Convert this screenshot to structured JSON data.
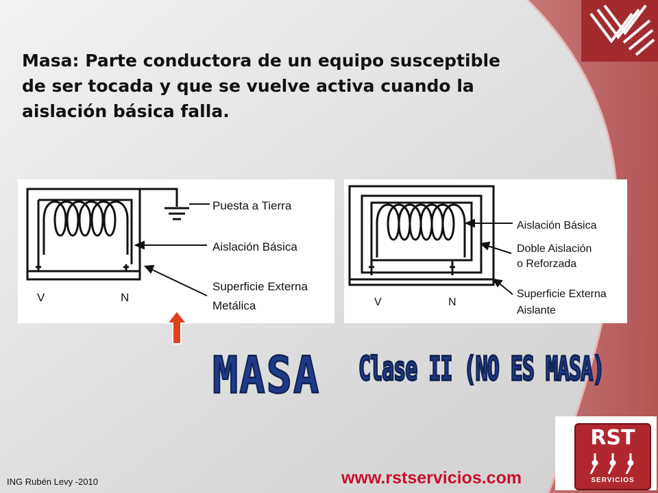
{
  "title": {
    "line1": "Masa: Parte conductora de un equipo susceptible",
    "line2": "de  ser tocada y que se vuelve activa cuando la",
    "line3": "aislación básica falla."
  },
  "diagram_left": {
    "labels": {
      "ground": "Puesta a Tierra",
      "insulation": "Aislación Básica",
      "surface_1": "Superficie Externa",
      "surface_2": "Metálica",
      "terminal_v": "V",
      "terminal_n": "N"
    }
  },
  "diagram_right": {
    "labels": {
      "insulation": "Aislación Básica",
      "double_1": "Doble Aislación",
      "double_2": "o Reforzada",
      "surface_1": "Superficie Externa",
      "surface_2": "Aislante",
      "terminal_v": "V",
      "terminal_n": "N"
    }
  },
  "labels": {
    "masa": "MASA",
    "clase": "Clase II  (NO ES MASA)"
  },
  "footer": {
    "author": "ING Rubén Levy -2010",
    "website": "www.rstservicios.com",
    "logo_text": "RST",
    "logo_sub": "SERVICIOS"
  },
  "colors": {
    "accent_red": "#c8102e",
    "logo_red": "#a32b2e",
    "label_blue": "#1f3a8a",
    "arrow_red": "#e2401c"
  },
  "icons": [
    "up-arrow-icon",
    "ground-symbol-icon",
    "rst-logo",
    "top-right-logo"
  ]
}
